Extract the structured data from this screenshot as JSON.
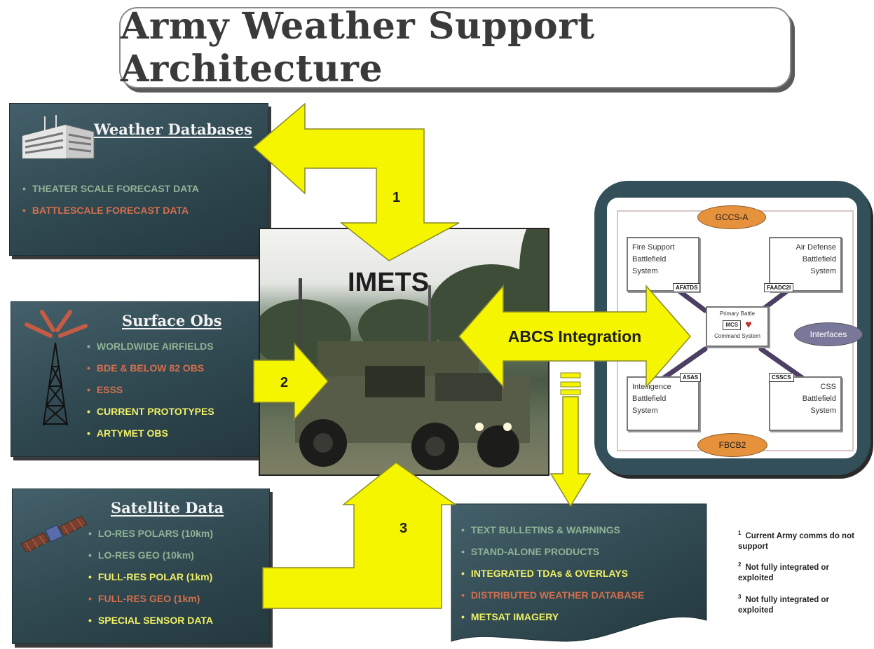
{
  "title": "Army Weather Support Architecture",
  "weather_databases": {
    "title": "Weather Databases",
    "items": [
      {
        "text": "THEATER SCALE FORECAST DATA",
        "color": "green"
      },
      {
        "text": "BATTLESCALE FORECAST DATA",
        "color": "red"
      }
    ]
  },
  "surface_obs": {
    "title": "Surface Obs",
    "items": [
      {
        "text": "WORLDWIDE AIRFIELDS",
        "color": "green"
      },
      {
        "text": "BDE & BELOW 82 OBS",
        "color": "red"
      },
      {
        "text": "ESSS",
        "color": "red"
      },
      {
        "text": "CURRENT PROTOTYPES",
        "color": "yellow"
      },
      {
        "text": "ARTYMET OBS",
        "color": "yellow"
      }
    ]
  },
  "satellite_data": {
    "title": "Satellite Data",
    "items": [
      {
        "text": "LO-RES POLARS (10km)",
        "color": "green"
      },
      {
        "text": "LO-RES GEO (10km)",
        "color": "green"
      },
      {
        "text": "FULL-RES POLAR (1km)",
        "color": "yellow"
      },
      {
        "text": "FULL-RES GEO (1km)",
        "color": "red"
      },
      {
        "text": "SPECIAL SENSOR DATA",
        "color": "yellow"
      }
    ]
  },
  "outputs": {
    "items": [
      {
        "text": "TEXT BULLETINS & WARNINGS",
        "color": "green"
      },
      {
        "text": "STAND-ALONE PRODUCTS",
        "color": "green"
      },
      {
        "text": "INTEGRATED TDAs & OVERLAYS",
        "color": "yellow"
      },
      {
        "text": "DISTRIBUTED WEATHER DATABASE",
        "color": "red"
      },
      {
        "text": "METSAT IMAGERY",
        "color": "yellow"
      }
    ]
  },
  "center": {
    "label": "IMETS"
  },
  "arrows": {
    "one": "1",
    "two": "2",
    "three": "3",
    "abcs": "ABCS Integration"
  },
  "network": {
    "gccs": "GCCS-A",
    "fbcb2": "FBCB2",
    "interfaces": "Interfaces",
    "fire_support": [
      "Fire Support",
      "Battlefield",
      "System"
    ],
    "air_defense": [
      "Air Defense",
      "Battlefield",
      "System"
    ],
    "intelligence": [
      "Intelligence",
      "Battlefield",
      "System"
    ],
    "css": [
      "CSS",
      "Battlefield",
      "System"
    ],
    "center_top": "Primary Battle",
    "center_tag": "MCS",
    "center_bottom": "Command System",
    "tag_afatds": "AFATDS",
    "tag_faadc2": "FAADC2I",
    "tag_asas": "ASAS",
    "tag_csscs": "CSSCS"
  },
  "notes": {
    "n1_mark": "1",
    "n1": "Current Army comms do not support",
    "n2_mark": "2",
    "n2": "Not fully integrated or exploited",
    "n3_mark": "3",
    "n3": "Not fully integrated or exploited"
  },
  "colors": {
    "arrow_fill": "#f5f500",
    "panel_dark": "#2f474f",
    "green": "#8fb396",
    "red": "#d46f4d",
    "yellow": "#eff065"
  }
}
